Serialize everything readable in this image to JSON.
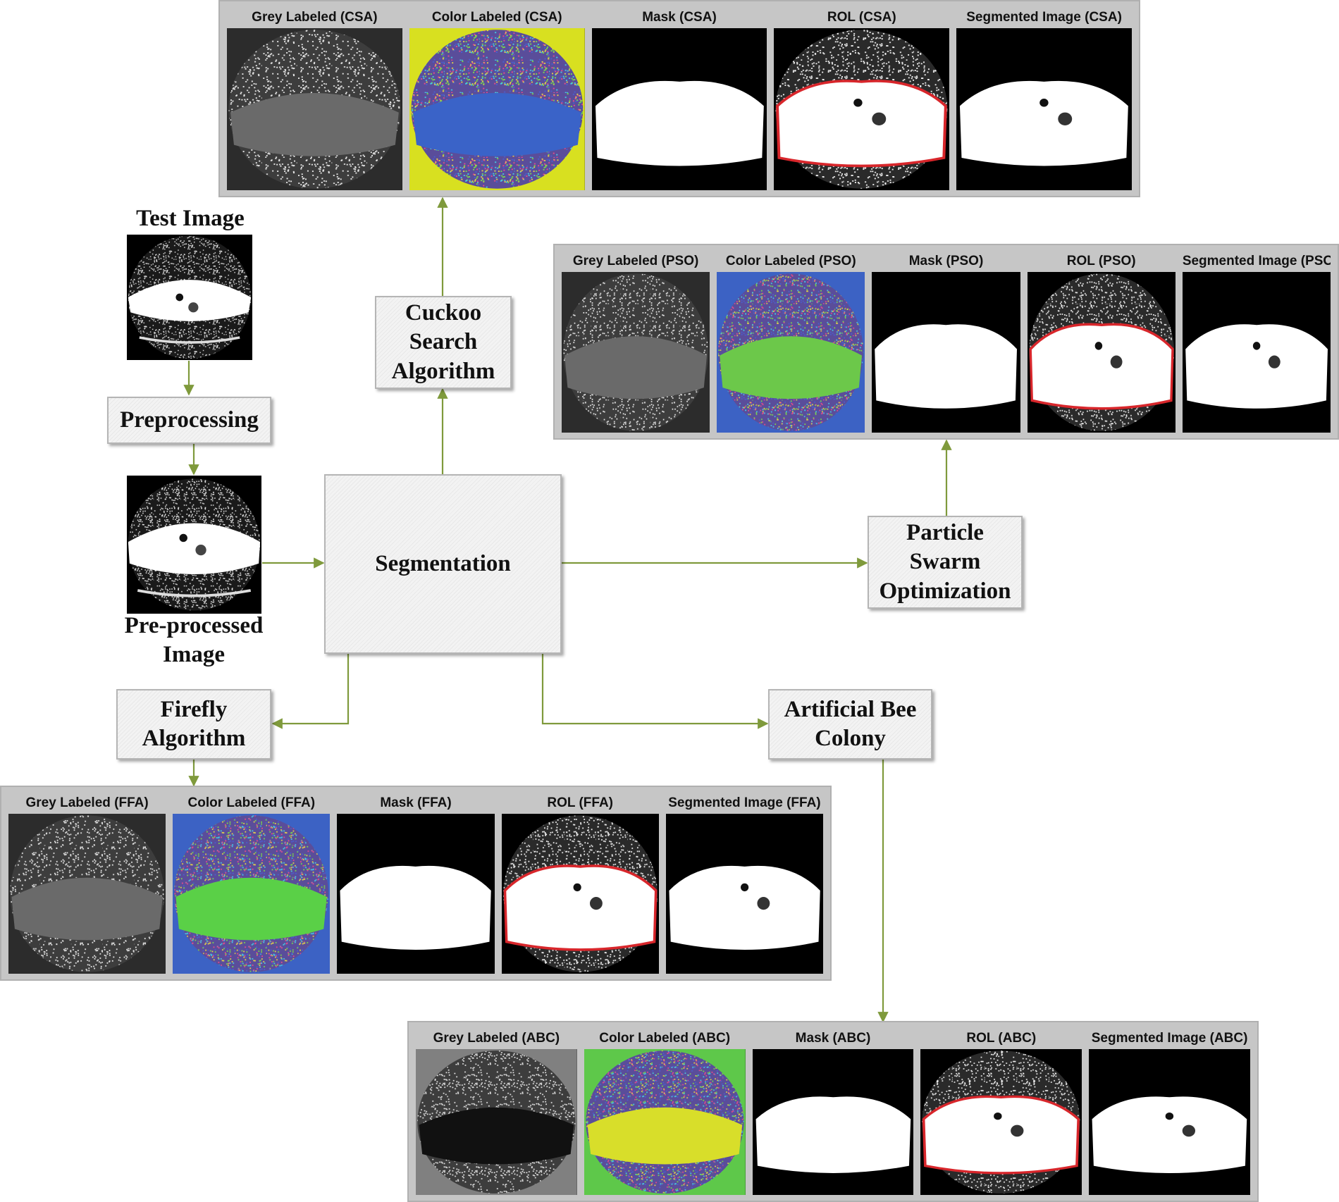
{
  "nodes": {
    "test_image": "Test Image",
    "preprocessing": "Preprocessing",
    "preprocessed_image_1": "Pre-processed",
    "preprocessed_image_2": "Image",
    "segmentation": "Segmentation",
    "cuckoo_1": "Cuckoo",
    "cuckoo_2": "Search",
    "cuckoo_3": "Algorithm",
    "pso_1": "Particle",
    "pso_2": "Swarm",
    "pso_3": "Optimization",
    "firefly_1": "Firefly",
    "firefly_2": "Algorithm",
    "abc_1": "Artificial Bee",
    "abc_2": "Colony"
  },
  "panels": {
    "csa": [
      "Grey Labeled (CSA)",
      "Color Labeled (CSA)",
      "Mask (CSA)",
      "ROL (CSA)",
      "Segmented Image (CSA)"
    ],
    "pso": [
      "Grey Labeled (PSO)",
      "Color Labeled (PSO)",
      "Mask (PSO)",
      "ROL (PSO)",
      "Segmented Image (PSO)"
    ],
    "ffa": [
      "Grey Labeled (FFA)",
      "Color Labeled (FFA)",
      "Mask (FFA)",
      "ROL (FFA)",
      "Segmented Image (FFA)"
    ],
    "abc": [
      "Grey Labeled (ABC)",
      "Color Labeled (ABC)",
      "Mask (ABC)",
      "ROL (ABC)",
      "Segmented Image (ABC)"
    ]
  },
  "colors": {
    "arrow": "#7f9a3c",
    "roi_outline": "#d8262b",
    "csa_label_bg": "#d8e020",
    "csa_label_fg": "#3a63c8",
    "pso_label_bg": "#3c62c4",
    "pso_label_fg": "#6cc84a",
    "ffa_label_bg": "#3c62c4",
    "ffa_label_fg": "#5ad047",
    "abc_label_bg": "#5ec84a",
    "abc_label_fg": "#d8de2a"
  }
}
